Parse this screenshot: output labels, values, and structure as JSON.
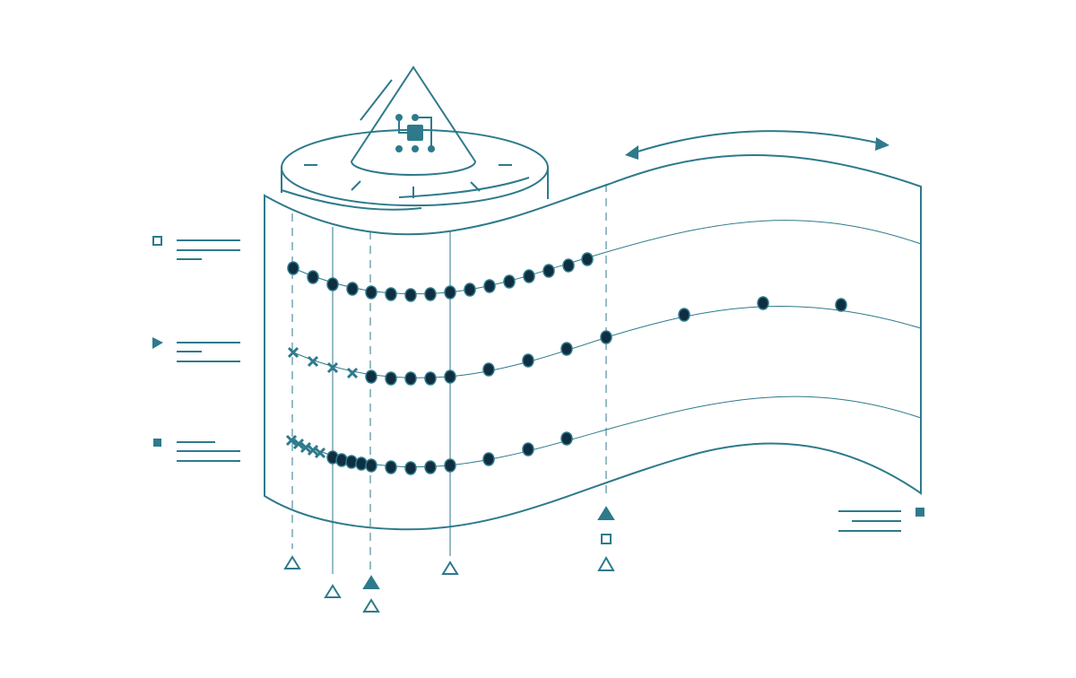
{
  "colors": {
    "accent": "#2e7a8c",
    "dot_fill": "#0f2e40",
    "background": "#ffffff"
  },
  "icons": [
    "chip-icon",
    "cone-icon",
    "disk-icon",
    "curved-double-arrow-icon",
    "square-outline-icon",
    "play-triangle-icon",
    "square-filled-icon",
    "triangle-outline-icon",
    "triangle-filled-icon"
  ],
  "rows": [
    {
      "markers": [
        "dot",
        "dot",
        "dot",
        "dot",
        "dot",
        "dot",
        "dot",
        "dot",
        "dot",
        "dot",
        "dot",
        "dot",
        "dot",
        "dot",
        "dot",
        "dot"
      ]
    },
    {
      "markers": [
        "cross",
        "cross",
        "cross",
        "cross",
        "dot",
        "dot",
        "dot",
        "dot",
        "dot",
        "dot",
        "dot",
        "dot",
        "dot",
        "dot",
        "dot",
        "dot"
      ]
    },
    {
      "markers": [
        "cross",
        "cross",
        "cross",
        "cross",
        "cross",
        "dot",
        "dot",
        "dot",
        "dot",
        "dot",
        "dot",
        "dot",
        "dot",
        "dot",
        "dot",
        "dot",
        "dot",
        "dot"
      ]
    }
  ]
}
